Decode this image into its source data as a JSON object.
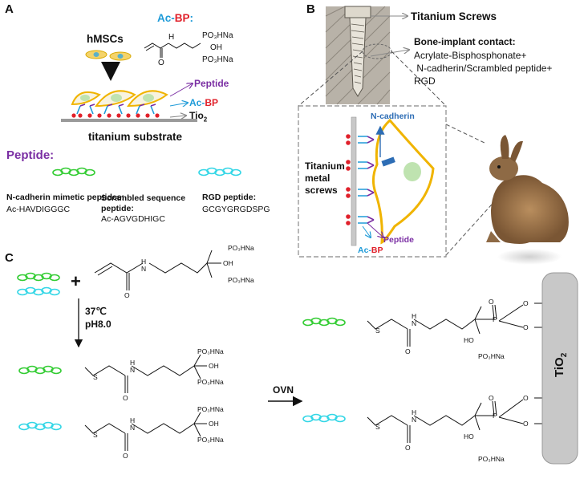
{
  "panels": {
    "a": "A",
    "b": "B",
    "c": "C"
  },
  "colors": {
    "green": "#33cc33",
    "cyan": "#33d6e6",
    "blue": "#1f9bd8",
    "red": "#e0202a",
    "purple": "#7a2ea3",
    "cell_outline": "#f0b400",
    "nucleus": "#bfe3b0",
    "gray_plate": "#c8c8c8"
  },
  "panel_a": {
    "cells_label": "hMSCs",
    "acbp_prefix": "Ac-",
    "acbp_suffix": "BP",
    "acbp_colon": ":",
    "legend_peptide": "Peptide",
    "legend_acbp_prefix": "Ac-",
    "legend_acbp_suffix": "BP",
    "legend_tio2": "Tio",
    "legend_tio2_sub": "2",
    "substrate_label": "titanium substrate",
    "peptide_heading": "Peptide:",
    "peptides": [
      {
        "name": "N-cadherin mimetic peptides:",
        "seq": "Ac-HAVDIGGGC"
      },
      {
        "name": "Scrambled sequence peptide:",
        "seq": "Ac-AGVGDHIGC"
      },
      {
        "name": "RGD peptide:",
        "seq": "GCGYGRGDSPG"
      }
    ]
  },
  "panel_b": {
    "screw_label": "Titanium Screws",
    "contact_title": "Bone-implant contact:",
    "contact_lines": [
      "Acrylate-Bisphosphonate+",
      " N-cadherin/Scrambled peptide+",
      "RGD"
    ],
    "ncad_label": "N-cadherin",
    "metal_label": "Titanium metal screws",
    "peptide_label": "Peptide",
    "acbp_prefix": "Ac-",
    "acbp_suffix": "BP"
  },
  "panel_c": {
    "conditions_temp": "37℃",
    "conditions_ph": "pH8.0",
    "plus": "+",
    "reaction_label": "OVN",
    "surface_label": "TiO",
    "surface_sub": "2",
    "chem": {
      "po3": "PO₃HNa",
      "oh": "OH",
      "ho": "HO",
      "o": "O",
      "h": "H",
      "n": "N",
      "s": "S",
      "p": "P"
    }
  }
}
